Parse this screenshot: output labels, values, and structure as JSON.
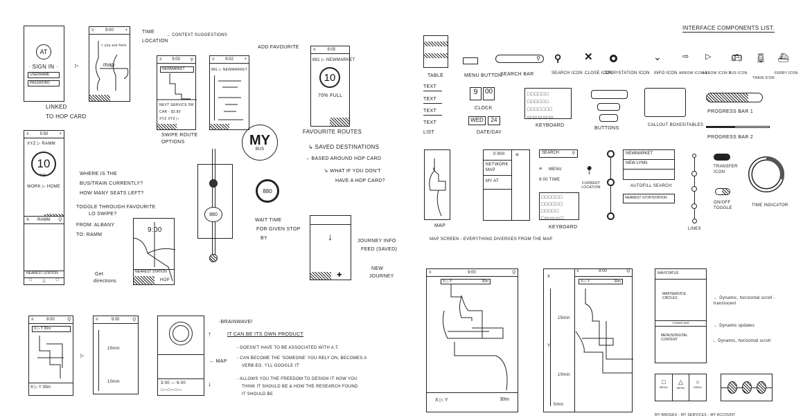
{
  "left": {
    "signin": {
      "logo": "AT",
      "title": "· SIGN IN ·",
      "username": "USERNAME",
      "password": "PASSWORD",
      "note1": "Linked",
      "note2": "to HOP card"
    },
    "mapphone": {
      "time": "9:00",
      "plus": "+",
      "here": "< you are here",
      "map": "map",
      "label1": "TIME",
      "label2": "LOCATION",
      "label3": "→ CONTEXT SUGGESTIONS"
    },
    "route": {
      "time": "9:00",
      "search": "NEWMARKET",
      "next": "NEXT SERVICE 5M",
      "cost": "CAR - $3.80",
      "xyz": "XYZ XYZ ▷",
      "swipe1": "SWIPE ROUTE",
      "swipe2": "OPTIONS"
    },
    "fav": {
      "time": "9:02",
      "plus": "+",
      "route": "881 ▷ NEWMARKET",
      "label": "ADD FAVOURITE"
    },
    "full": {
      "time": "9:05",
      "route": "881 ▷ NEWMARKET",
      "count": "10",
      "pct": "70% FULL"
    },
    "bus": {
      "time": "5:50",
      "plus": "+",
      "route": "XYZ ▷ RAMM",
      "count": "10",
      "unit": "mins",
      "toggle": "WORK ▷ HOME",
      "q1": "WHERE IS THE",
      "q2": "BUS/TRAIN CURRENTLY?",
      "q3": "HOW MANY SEATS LEFT?",
      "t1": "TOGGLE THROUGH FAVOURITE",
      "t2": "LO SWIPE?"
    },
    "mybus": {
      "logo": "MY",
      "sub": "BUS",
      "r1": "FAVOURITE ROUTES",
      "r2": "↳ SAVED DESTINATIONS",
      "r3": "→ BASED AROUND HOP CARD",
      "r4": "↳ WHAT IF YOU DON'T",
      "r5": "HAVE A HOP CARD?"
    },
    "stop": {
      "num": "880",
      "wait1": "WAIT TIME",
      "wait2": "FOR GIVEN STOP",
      "wait3": "BY"
    },
    "search": {
      "close": "X",
      "dest": "RAMM",
      "q": "Q",
      "from": "FROM: ALBANY",
      "to": "TO: RAMM",
      "nearest": "NEAREST STATION"
    },
    "dir": {
      "time": "9:00",
      "nearest": "NEAREST STATION",
      "hop": "HOP",
      "label1": "Get",
      "label2": "directions"
    },
    "feed": {
      "plus": "✚",
      "l1": "JOURNEY INFO",
      "l2": "FEED (SAVED)",
      "n1": "NEW",
      "n2": "JOURNEY"
    },
    "bottom": {
      "time": "9:00",
      "trip": "X ▷ Y 30m",
      "mins1": "15min",
      "mins2": "10min",
      "range": "3:00 — 6:00",
      "map": "← MAP",
      "brain": "-BRAINWAVE!",
      "product": "IT CAN BE ITS OWN PRODUCT",
      "b1": "- DOESN'T HAVE TO BE ASSOCIATED WITH A.T.",
      "b2": "- CAN BECOME THE 'SOMEONE' YOU RELY ON, BECOMES A",
      "b2b": "VERB eg. 'I'll Google it'",
      "b3": "- ALLOWS YOU THE FREEDOM TO DESIGN IT HOW YOU",
      "b3b": "THINK IT SHOULD BE & HOW THE RESEARCH FOUND",
      "b3c": "IT SHOULD BE"
    }
  },
  "right": {
    "title": "INTERFACE COMPONENTS LIST.",
    "row1": [
      "TABLE",
      "MENU BUTTON",
      "SEARCH BAR",
      "SEARCH ICON",
      "CLOSE ICON",
      "STOP/STATION ICON",
      "INFO ICON",
      "ARROW ICON 1",
      "ARROW ICON 2",
      "BUS ICON",
      "TRAIN ICON",
      "FERRY ICON"
    ],
    "text_items": [
      "TEXT",
      "TEXT",
      "TEXT",
      "TEXT"
    ],
    "text_list": "LIST",
    "clock": {
      "h": "9",
      "m": "00",
      "label": "CLOCK",
      "day": "WED",
      "date": "24",
      "date_label": "DATE/DAY"
    },
    "keyboard": "KEYBOARD",
    "buttons": "BUTTONS",
    "callout": "CALLOUT BOXES/TABLES",
    "progress1": "PROGRESS BAR 1",
    "progress1_value": 0.75,
    "progress2": "PROGRESS BAR 2",
    "progress2_value": 0.45,
    "map": "MAP",
    "menu": {
      "time": "0:900",
      "i1": "NETWORK MAP",
      "i2": "MY AT"
    },
    "search": "SEARCH",
    "menu_label": "MENU",
    "time_label": "9:00 TIME",
    "current": "CURRENT LOCATION",
    "kb2": "KEYBOARD",
    "autofill": [
      "NEWMARKET",
      "NEW LYNN"
    ],
    "autofill_label": "AUTOFILL SEARCH",
    "nearest": "NEAREST STOP/STATION",
    "lines": "LINES",
    "transfer": "TRANSFER ICON",
    "toggle": "ON/OFF TOGGLE",
    "time_ind": "TIME INDICATOR",
    "time_ind_value": 0.3,
    "map_note": "MAP SCREEN - EVERYTHING DIVERGES FROM THE MAP",
    "ph1": {
      "time": "9:00",
      "trip": "X ▷ Y",
      "dur": "30m",
      "foot": "X ▷ Y",
      "foot_dur": "30m"
    },
    "ph2": {
      "time": "9:00",
      "trip": "X ▷ Y",
      "dur": "30m",
      "m1": "15min",
      "m2": "10min",
      "m3": "5min",
      "x": "X",
      "y": "Y"
    },
    "stack": {
      "nav": "NAV/STATUS",
      "a": "MAP/SERVICE CIRCLES",
      "b": "COMMS BAR",
      "c": "MENUS/DIGITAL CONTENT",
      "n1": "← Dynamic, horizontal scroll - translucent",
      "n2": "← Dynamic updates",
      "n3": "← Dynamic, horizontal scroll"
    },
    "tabs": [
      "MENU",
      "MENU",
      "MENU"
    ],
    "tabs_note": "MY BADGES - MY SERVICES - MY ACCOUNT"
  }
}
